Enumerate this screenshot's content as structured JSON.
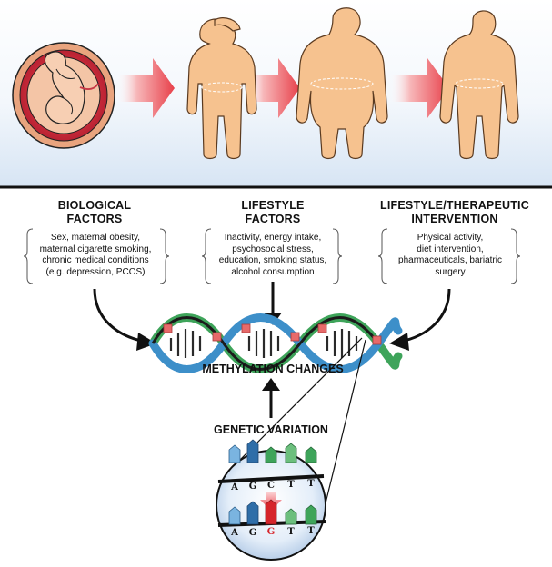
{
  "factors": [
    {
      "heading_line1": "BIOLOGICAL",
      "heading_line2": "FACTORS",
      "lines": [
        "Sex, maternal obesity,",
        "maternal cigarette smoking,",
        "chronic medical conditions",
        "(e.g. depression, PCOS)"
      ]
    },
    {
      "heading_line1": "LIFESTYLE",
      "heading_line2": "FACTORS",
      "lines": [
        "Inactivity, energy intake,",
        "psychosocial stress,",
        "education, smoking status,",
        "alcohol consumption"
      ]
    },
    {
      "heading_line1": "LIFESTYLE/THERAPEUTIC",
      "heading_line2": "INTERVENTION",
      "lines": [
        "Physical activity,",
        "diet intervention,",
        "pharmaceuticals, bariatric",
        "surgery"
      ]
    }
  ],
  "methylation_label": "METHYLATION CHANGES",
  "genetic_label": "GENETIC VARIATION",
  "sequence_top": [
    "A",
    "G",
    "C",
    "T",
    "T"
  ],
  "sequence_bottom": [
    "A",
    "G",
    "G",
    "T",
    "T"
  ],
  "colors": {
    "skin": "#f6c28f",
    "arrow_pink": "#e8404a",
    "banner_bg": "#dde9f6",
    "womb_outer": "#e7a27b",
    "womb_inner": "#d8323f",
    "dna_green": "#3ea45a",
    "dna_blue": "#3d8fc9",
    "methyl_mark": "#e76a6a",
    "variant_red": "#d6242a"
  }
}
